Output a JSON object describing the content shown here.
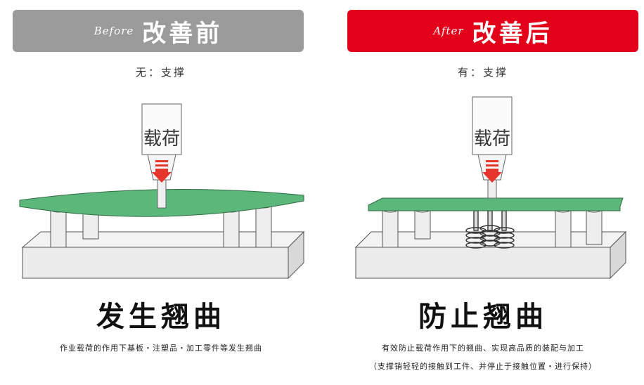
{
  "before": {
    "tag": "Before",
    "title": "改善前",
    "support_text": "无：支撑",
    "load_label": "载荷",
    "result_title": "发生翘曲",
    "description": "作业载荷的作用下基板・注塑品・加工零件等发生翘曲",
    "header_color": "#9b9b9b"
  },
  "after": {
    "tag": "After",
    "title": "改善后",
    "support_text": "有：支撑",
    "load_label": "载荷",
    "result_title": "防止翘曲",
    "description": "有效防止载荷作用下的翘曲、实现高品质的装配与加工",
    "note": "（支撑销轻轻的接触到工件、并停止于接触位置・进行保持）",
    "header_color": "#e3001b"
  },
  "colors": {
    "board": "#5cb77a",
    "arrow": "#e8352b",
    "base": "#efefef",
    "outline": "#555555"
  }
}
